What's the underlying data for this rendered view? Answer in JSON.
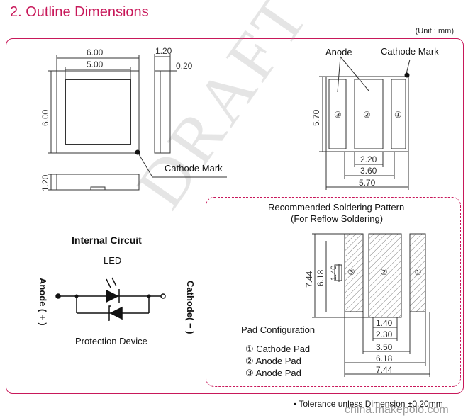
{
  "header": {
    "title": "2. Outline Dimensions",
    "unit": "(Unit : mm)"
  },
  "top_view": {
    "dim_outer": "6.00",
    "dim_inner": "5.00",
    "dim_height": "6.00",
    "cathode_mark_label": "Cathode Mark"
  },
  "side_view": {
    "dim_thickness": "1.20",
    "dim_step": "0.20",
    "dim_bottom": "1.20"
  },
  "back_view": {
    "anode_label": "Anode",
    "cathode_mark_label": "Cathode Mark",
    "dim_height": "5.70",
    "dim_pad_center": "2.20",
    "dim_pad_span": "3.60",
    "dim_width": "5.70",
    "pad_numbers": [
      "③",
      "②",
      "①"
    ]
  },
  "circuit": {
    "title": "Internal Circuit",
    "led_label": "LED",
    "anode_label": "Anode ( + )",
    "cathode_label": "Cathode( − )",
    "protection_label": "Protection Device"
  },
  "soldering": {
    "title_line1": "Recommended Soldering Pattern",
    "title_line2": "(For Reflow Soldering)",
    "dim_7_44_v": "7.44",
    "dim_6_18_v": "6.18",
    "dim_1_40_v": "1.40",
    "dim_1_40_h": "1.40",
    "dim_2_30": "2.30",
    "dim_3_50": "3.50",
    "dim_6_18_h": "6.18",
    "dim_7_44_h": "7.44",
    "pad_numbers": [
      "③",
      "②",
      "①"
    ],
    "pad_config_title": "Pad Configuration",
    "pads": [
      "① Cathode Pad",
      "② Anode Pad",
      "③ Anode Pad"
    ]
  },
  "footer": {
    "tolerance": "▪ Tolerance unless Dimension ±0.20mm",
    "watermark": "china.makepolo.com"
  },
  "watermark_draft": "DRAFT"
}
